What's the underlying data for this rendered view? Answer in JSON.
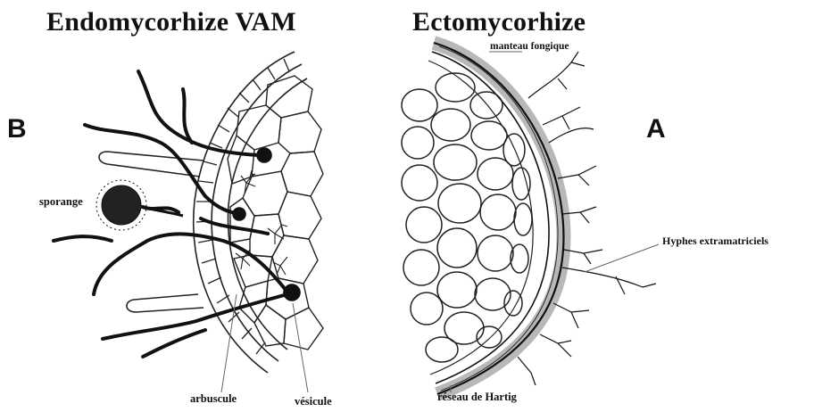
{
  "left_panel": {
    "title": "Endomycorhize VAM",
    "letter": "B",
    "labels": {
      "sporange": "sporange",
      "arbuscule": "arbuscule",
      "vesicule": "vésicule"
    }
  },
  "right_panel": {
    "title": "Ectomycorhize",
    "letter": "A",
    "labels": {
      "manteau": "manteau fongique",
      "hyphes": "Hyphes extramatriciels",
      "hartig": "réseau de Hartig"
    }
  },
  "colors": {
    "ink": "#111111",
    "background": "#ffffff",
    "mantle": "#444444"
  }
}
